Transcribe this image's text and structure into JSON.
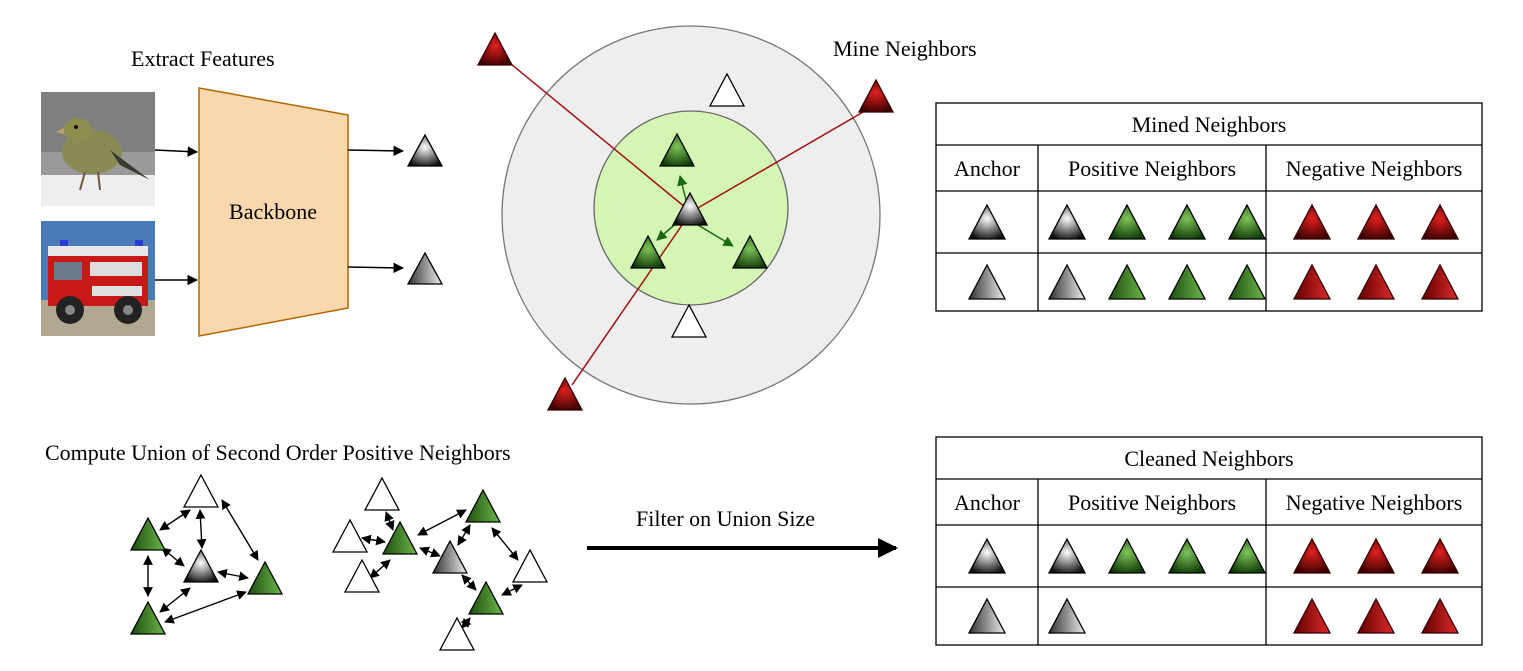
{
  "sections": {
    "extract": {
      "title": "Extract Features",
      "backbone_label": "Backbone"
    },
    "mine": {
      "title": "Mine Neighbors"
    },
    "union": {
      "title": "Compute Union of Second Order Positive Neighbors"
    },
    "filter": {
      "label": "Filter on Union Size"
    }
  },
  "tables": {
    "mined": {
      "title": "Mined Neighbors",
      "headers": [
        "Anchor",
        "Positive Neighbors",
        "Negative Neighbors"
      ],
      "rows": [
        {
          "anchor": "gray",
          "positives": [
            "gray",
            "green",
            "green",
            "green"
          ],
          "negatives": [
            "red",
            "red",
            "red"
          ]
        },
        {
          "anchor": "gray",
          "positives": [
            "gray",
            "green",
            "green",
            "green"
          ],
          "negatives": [
            "red",
            "red",
            "red"
          ]
        }
      ]
    },
    "cleaned": {
      "title": "Cleaned Neighbors",
      "headers": [
        "Anchor",
        "Positive Neighbors",
        "Negative Neighbors"
      ],
      "rows": [
        {
          "anchor": "gray",
          "positives": [
            "gray",
            "green",
            "green",
            "green"
          ],
          "negatives": [
            "red",
            "red",
            "red"
          ]
        },
        {
          "anchor": "gray",
          "positives": [
            "gray"
          ],
          "negatives": [
            "red",
            "red",
            "red"
          ]
        }
      ]
    }
  },
  "colors": {
    "backbone_fill": "#fad7ac",
    "backbone_stroke": "#b46504",
    "outer_circle_fill": "#eeeeee",
    "inner_circle_fill": "#d5f5b5",
    "negative_line": "#a01010",
    "positive_arrow": "#1a6a10"
  }
}
